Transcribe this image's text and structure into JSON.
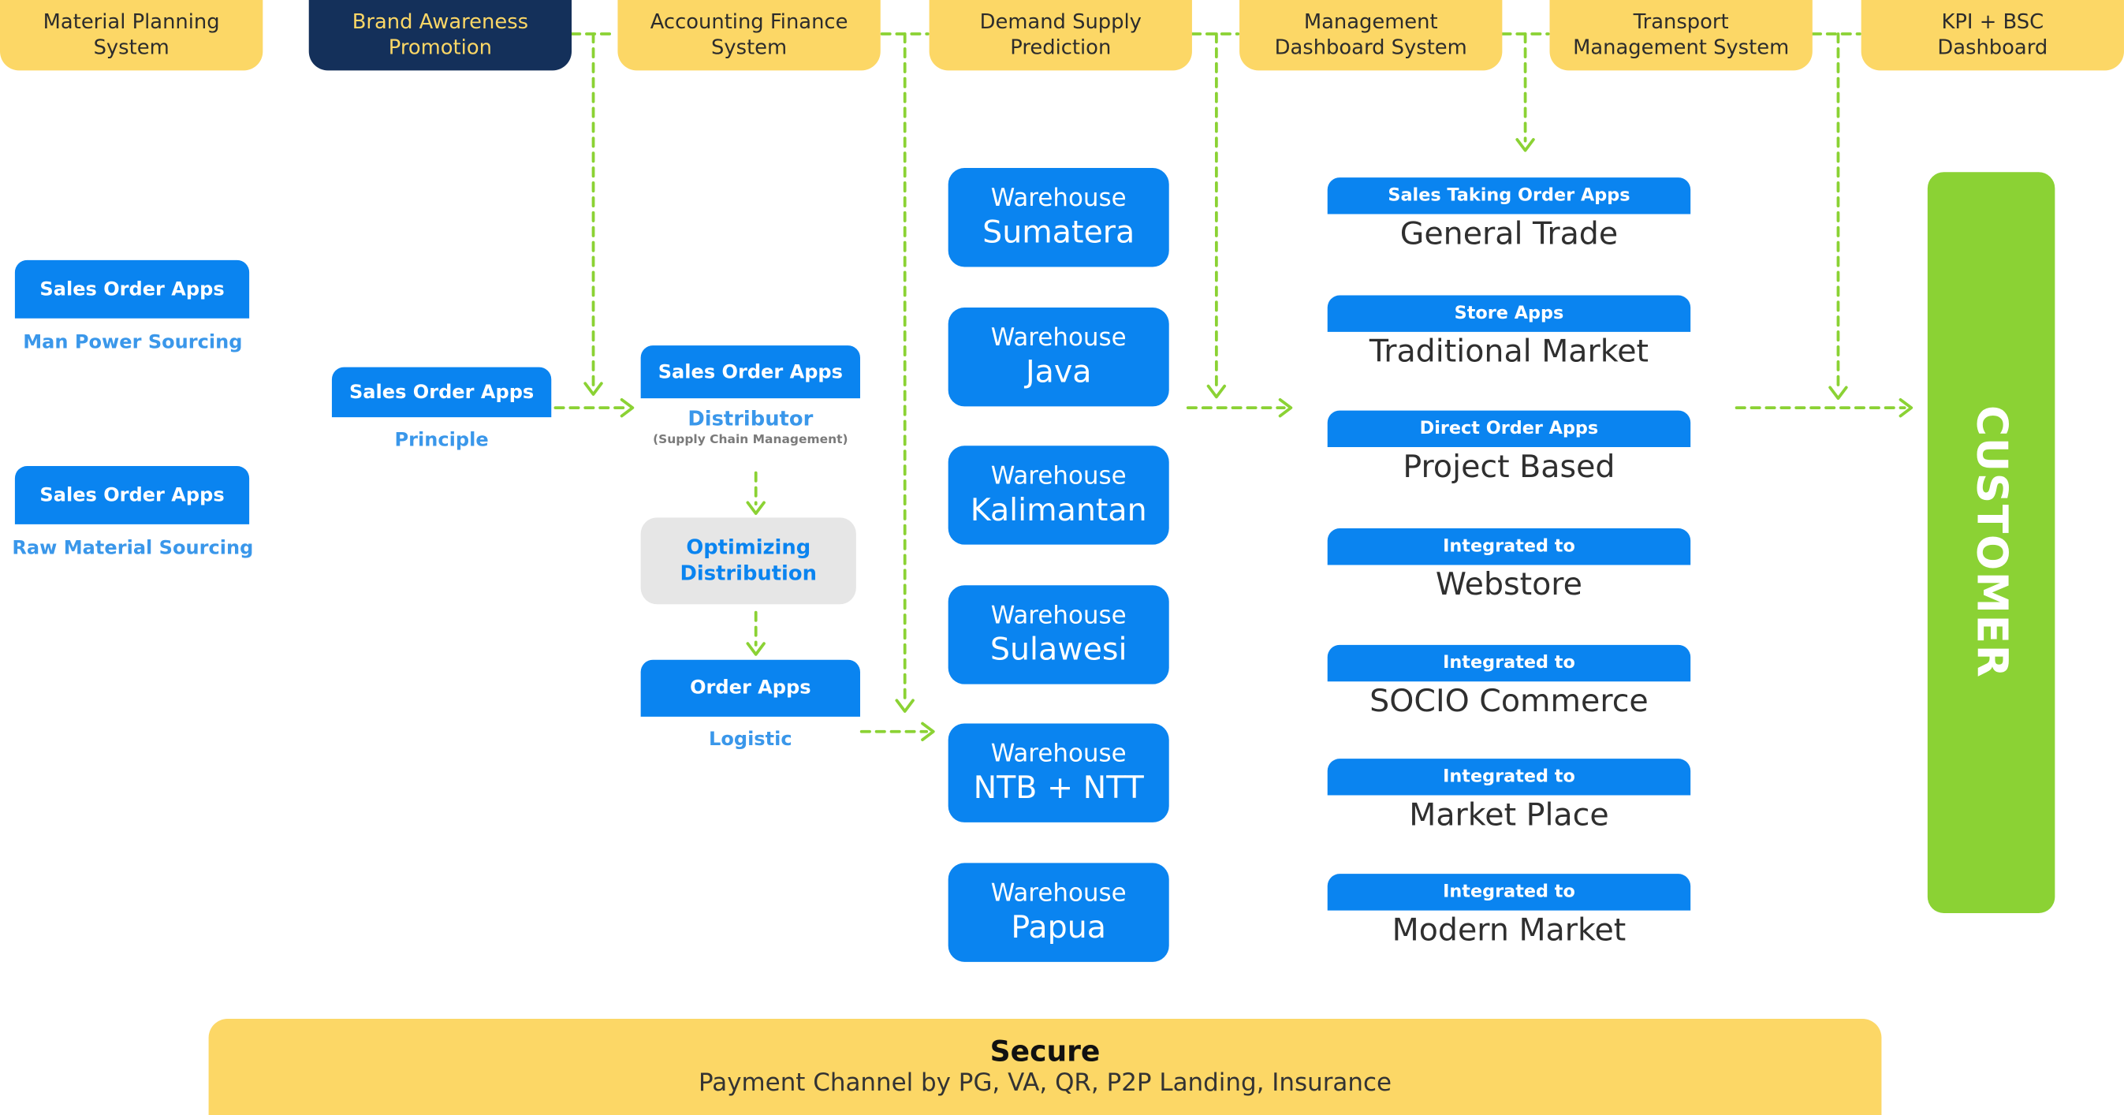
{
  "systems": [
    {
      "label": "Material Planning\nSystem"
    },
    {
      "label": "Brand Awareness\nPromotion"
    },
    {
      "label": "Accounting Finance\nSystem"
    },
    {
      "label": "Demand Supply\nPrediction"
    },
    {
      "label": "Management\nDashboard System"
    },
    {
      "label": "Transport\nManagement System"
    },
    {
      "label": "KPI + BSC\nDashboard"
    }
  ],
  "sourcing": {
    "man_power": {
      "app": "Sales Order Apps",
      "label": "Man Power Sourcing"
    },
    "raw_material": {
      "app": "Sales Order Apps",
      "label": "Raw Material Sourcing"
    }
  },
  "principle": {
    "app": "Sales Order Apps",
    "label": "Principle"
  },
  "distributor": {
    "app": "Sales Order Apps",
    "label": "Distributor",
    "sub": "(Supply Chain Management)"
  },
  "optimizing": {
    "line1": "Optimizing",
    "line2": "Distribution"
  },
  "logistic": {
    "app": "Order Apps",
    "label": "Logistic"
  },
  "warehouses": [
    {
      "line1": "Warehouse",
      "line2": "Sumatera"
    },
    {
      "line1": "Warehouse",
      "line2": "Java"
    },
    {
      "line1": "Warehouse",
      "line2": "Kalimantan"
    },
    {
      "line1": "Warehouse",
      "line2": "Sulawesi"
    },
    {
      "line1": "Warehouse",
      "line2": "NTB + NTT"
    },
    {
      "line1": "Warehouse",
      "line2": "Papua"
    }
  ],
  "channels": [
    {
      "app": "Sales Taking Order Apps",
      "name": "General Trade"
    },
    {
      "app": "Store Apps",
      "name": "Traditional Market"
    },
    {
      "app": "Direct Order Apps",
      "name": "Project Based"
    },
    {
      "app": "Integrated to",
      "name": "Webstore"
    },
    {
      "app": "Integrated to",
      "name": "SOCIO Commerce"
    },
    {
      "app": "Integrated to",
      "name": "Market Place"
    },
    {
      "app": "Integrated to",
      "name": "Modern Market"
    }
  ],
  "customer": {
    "label": "CUSTOMER"
  },
  "secure": {
    "title": "Secure",
    "subtitle": "Payment Channel by PG, VA, QR, P2P Landing, Insurance"
  },
  "colors": {
    "system_yellow": "#FCD766",
    "brand_navy": "#14305a",
    "app_blue": "#0A84F0",
    "label_blue": "#3a97ea",
    "customer_green": "#8BD234",
    "connector_green": "#8BD234",
    "optimizing_gray": "#e6e6e6"
  }
}
